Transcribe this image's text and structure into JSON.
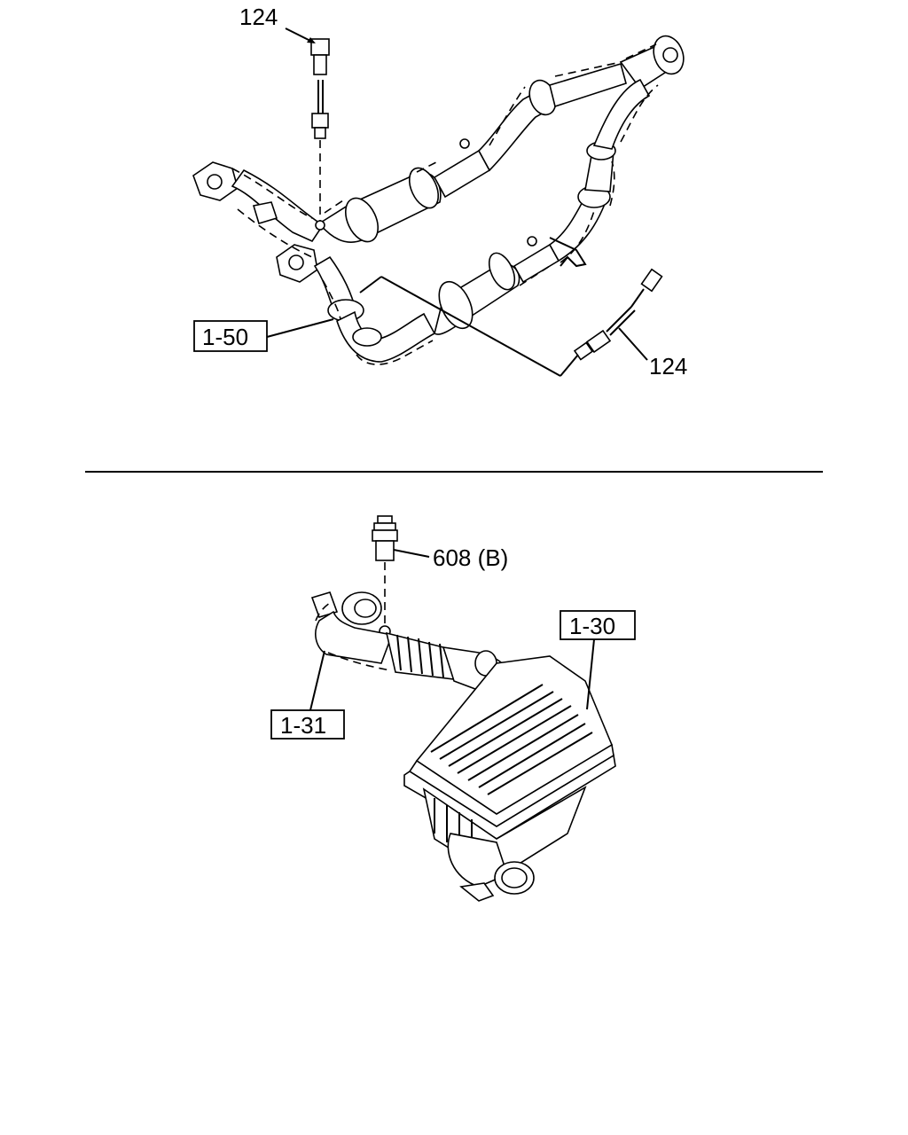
{
  "callouts": {
    "sensor_upper": "124",
    "sensor_lower": "124",
    "exhaust_pipe_ref": "1-50",
    "thermo_valve": "608 (B)",
    "air_cleaner_ref": "1-30",
    "intake_duct_ref": "1-31"
  }
}
